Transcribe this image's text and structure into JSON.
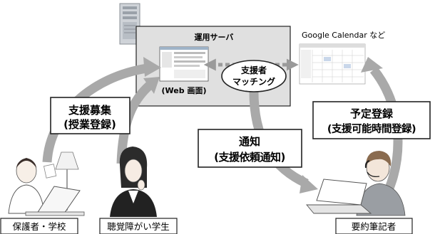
{
  "server": {
    "title": "運用サーバ",
    "screen_caption": "(Web 画面)"
  },
  "calendar": {
    "label": "Google Calendar など"
  },
  "matching": {
    "line1": "支援者",
    "line2": "マッチング"
  },
  "callouts": {
    "recruit": {
      "line1": "支援募集",
      "line2": "(授業登録)"
    },
    "notify": {
      "line1": "通知",
      "line2": "(支援依頼通知)"
    },
    "schedule": {
      "line1": "予定登録",
      "line2": "(支援可能時間登録)"
    }
  },
  "people": {
    "guardian": "保護者・学校",
    "student": "聴覚障がい学生",
    "captioner": "要約筆記者"
  },
  "colors": {
    "arrow": "#a9a9a9",
    "server_panel": "#e0e0e0",
    "dashed_arrow": "#9a9a9a"
  }
}
